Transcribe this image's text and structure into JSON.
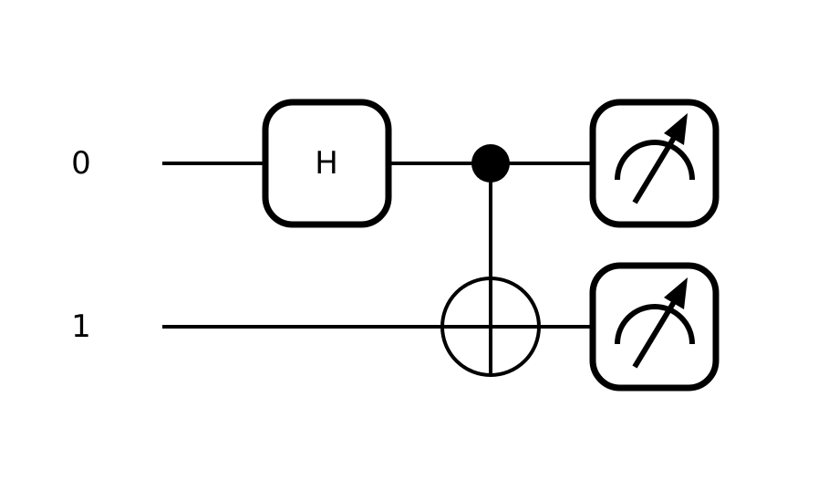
{
  "circuit": {
    "qubits": [
      {
        "label": "0"
      },
      {
        "label": "1"
      }
    ],
    "gates": [
      {
        "type": "H",
        "label": "H",
        "target": 0,
        "column": 0
      },
      {
        "type": "CNOT",
        "control": 0,
        "target": 1,
        "column": 1
      },
      {
        "type": "measure",
        "target": 0,
        "column": 2
      },
      {
        "type": "measure",
        "target": 1,
        "column": 2
      }
    ],
    "colors": {
      "line": "#000000",
      "gate_fill": "#ffffff",
      "background": "#ffffff"
    }
  }
}
